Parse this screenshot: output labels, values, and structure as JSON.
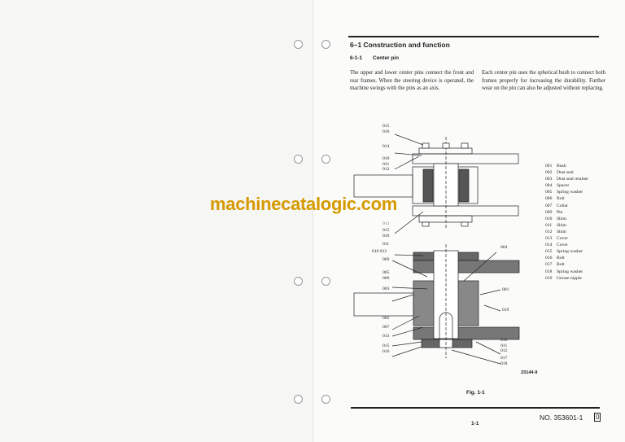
{
  "section": {
    "title": "6–1 Construction and function",
    "sub_number": "6-1-1",
    "sub_title": "Center pin"
  },
  "paragraphs": [
    "The upper and lower center pins connect the front and rear frames. When the steering device is operated, the machine swings with the pins as an axis.",
    "Each center pin uses the spherical bush to connect both frames properly for increasing the durability. Further wear on the pin can also be adjusted without replacing."
  ],
  "parts": [
    {
      "no": "001",
      "name": "Bush"
    },
    {
      "no": "002",
      "name": "Dust seal"
    },
    {
      "no": "003",
      "name": "Dust seal retainer"
    },
    {
      "no": "004",
      "name": "Spacer"
    },
    {
      "no": "005",
      "name": "Spring washer"
    },
    {
      "no": "006",
      "name": "Bolt"
    },
    {
      "no": "007",
      "name": "Collar"
    },
    {
      "no": "009",
      "name": "Pin"
    },
    {
      "no": "010",
      "name": "Shim"
    },
    {
      "no": "011",
      "name": "Shim"
    },
    {
      "no": "012",
      "name": "Shim"
    },
    {
      "no": "013",
      "name": "Cover"
    },
    {
      "no": "014",
      "name": "Cover"
    },
    {
      "no": "015",
      "name": "Spring washer"
    },
    {
      "no": "016",
      "name": "Bolt"
    },
    {
      "no": "017",
      "name": "Bolt"
    },
    {
      "no": "018",
      "name": "Spring washer"
    },
    {
      "no": "019",
      "name": "Grease nipple"
    }
  ],
  "callouts": {
    "a": "015",
    "b": "016",
    "c": "014",
    "d": "010",
    "e": "011",
    "f": "012",
    "g": "013",
    "h": "015",
    "i": "016",
    "j": "011",
    "k": "010 012",
    "l": "009",
    "m": "005",
    "n": "006",
    "o": "003",
    "p": "004",
    "q": "001",
    "r": "019",
    "s": "002",
    "t": "007",
    "u": "013",
    "v": "015",
    "w": "016",
    "x": "010",
    "y": "011",
    "z": "012",
    "aa": "017",
    "ab": "018"
  },
  "drawing_code": "Z0144-9",
  "figure_caption": "Fig. 1-1",
  "doc_number": "NO. 353601-1",
  "revision": "0",
  "page_number": "1-1",
  "watermark": "machinecatalogic.com"
}
